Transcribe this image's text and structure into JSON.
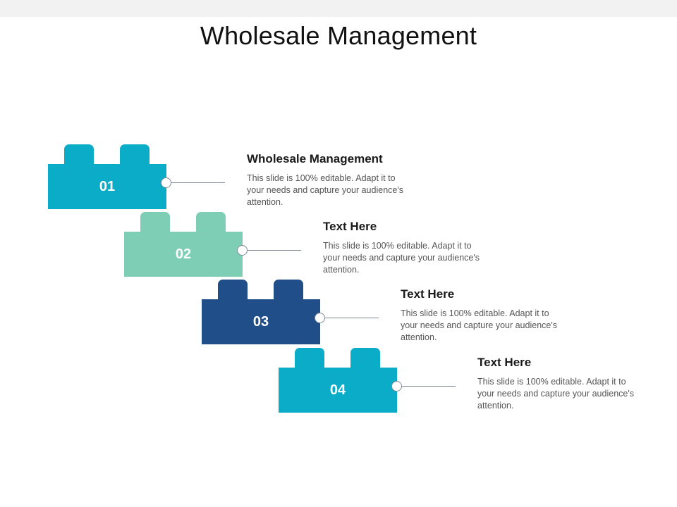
{
  "title": "Wholesale Management",
  "colors": {
    "step1": "#0bacc8",
    "step2": "#7ecdb5",
    "step3": "#1f4e89",
    "step4": "#0bacc8",
    "connector": "#7f8a98"
  },
  "steps": [
    {
      "number": "01",
      "heading": "Wholesale Management",
      "text": "This slide is 100% editable. Adapt it to your needs and capture your audience's attention."
    },
    {
      "number": "02",
      "heading": "Text Here",
      "text": "This slide is 100% editable. Adapt it to your needs and capture your audience's attention."
    },
    {
      "number": "03",
      "heading": "Text Here",
      "text": "This slide is 100% editable. Adapt it to your needs and capture your audience's attention."
    },
    {
      "number": "04",
      "heading": "Text Here",
      "text": "This slide is 100% editable. Adapt it to your needs and capture your audience's attention."
    }
  ]
}
